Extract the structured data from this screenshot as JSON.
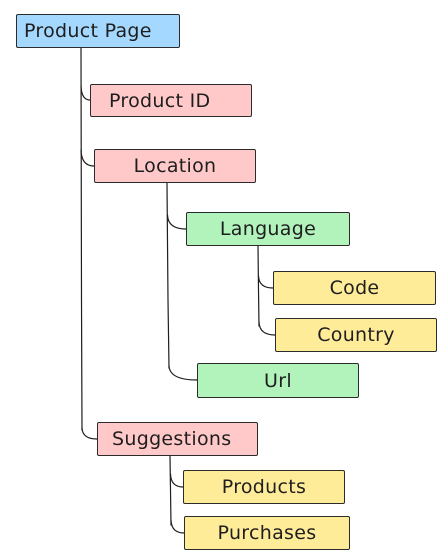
{
  "colors": {
    "root": "#a5d8ff",
    "level1": "#ffc9c9",
    "level2": "#b2f2bb",
    "level3": "#ffec99",
    "stroke": "#1e1e1e"
  },
  "diagram": {
    "root": {
      "label": "Product Page"
    },
    "nodes": {
      "product_id": {
        "label": "Product ID"
      },
      "location": {
        "label": "Location"
      },
      "language": {
        "label": "Language"
      },
      "code": {
        "label": "Code"
      },
      "country": {
        "label": "Country"
      },
      "url": {
        "label": "Url"
      },
      "suggestions": {
        "label": "Suggestions"
      },
      "products": {
        "label": "Products"
      },
      "purchases": {
        "label": "Purchases"
      }
    },
    "edges": [
      [
        "Product Page",
        "Product ID"
      ],
      [
        "Product Page",
        "Location"
      ],
      [
        "Product Page",
        "Suggestions"
      ],
      [
        "Location",
        "Language"
      ],
      [
        "Location",
        "Url"
      ],
      [
        "Language",
        "Code"
      ],
      [
        "Language",
        "Country"
      ],
      [
        "Suggestions",
        "Products"
      ],
      [
        "Suggestions",
        "Purchases"
      ]
    ]
  }
}
